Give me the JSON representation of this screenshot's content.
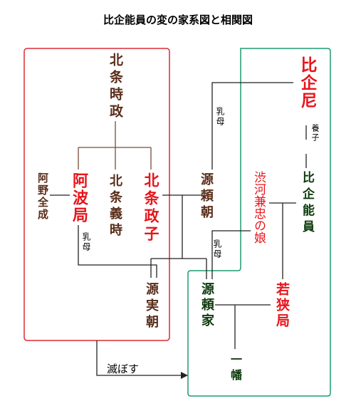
{
  "title": "比企能員の変の家系図と相関図",
  "people": {
    "hojo_tokimasa": "北条時政",
    "ano_zenjo": "阿野全成",
    "awa_no_tsubone": "阿波局",
    "hojo_yoshitoki": "北条義時",
    "hojo_masako": "北条政子",
    "minamoto_yoritomo": "源頼朝",
    "shibukawa_daughter": "渋河兼忠の娘",
    "hiki_yoshikazu": "比企能員",
    "hiki_ama": "比企尼",
    "minamoto_sanetomo": "源実朝",
    "minamoto_yoriie": "源頼家",
    "wakasa_no_tsubone": "若狭局",
    "ichiman": "一幡"
  },
  "labels": {
    "menoto_1": "乳母",
    "menoto_2": "乳母",
    "menoto_3": "乳母",
    "yoshi": "養子",
    "horobosu": "滅ぼす"
  },
  "colors": {
    "hojo_border": "#d92b34",
    "hiki_border": "#1e9b70",
    "line": "#222222",
    "branch": "#7a4a3a"
  }
}
